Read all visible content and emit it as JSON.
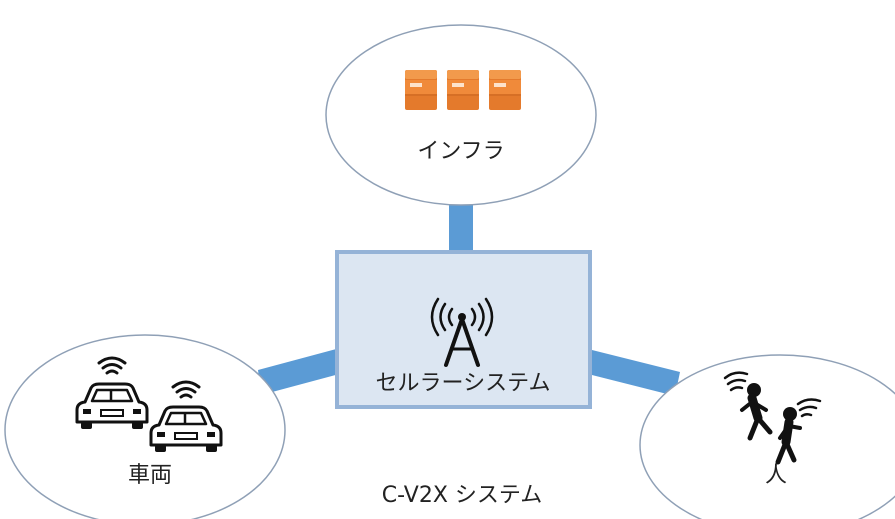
{
  "nodes": {
    "infra": {
      "label": "インフラ",
      "icon": "server-icon"
    },
    "cellular": {
      "label": "セルラーシステム",
      "icon": "cell-tower-icon"
    },
    "vehicles": {
      "label": "車両",
      "icon": "car-icon"
    },
    "people": {
      "label": "人",
      "icon": "pedestrian-icon"
    }
  },
  "caption": "C-V2X システム",
  "colors": {
    "connector": "#5b9bd5",
    "center_fill": "#dce6f2",
    "center_border": "#95b3d7",
    "ellipse_stroke": "#8fa0b6",
    "server": "#e87b2c",
    "icon_dark": "#111111"
  }
}
